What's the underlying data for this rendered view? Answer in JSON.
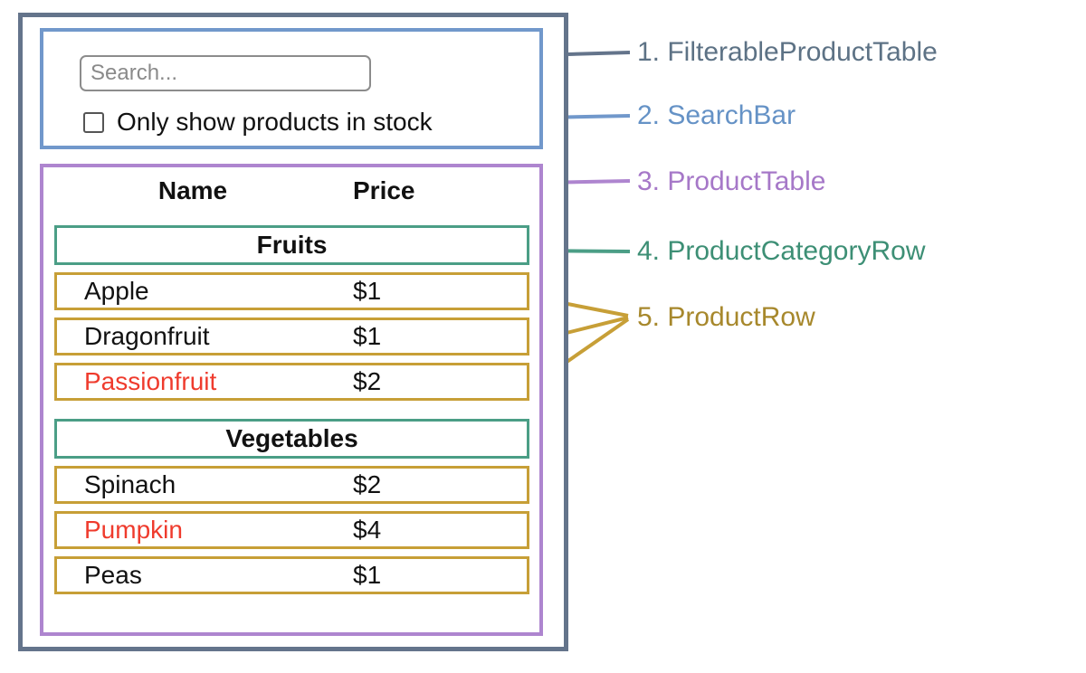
{
  "search": {
    "placeholder": "Search...",
    "checkbox_label": "Only show products in stock",
    "checkbox_checked": false
  },
  "table": {
    "headers": {
      "name": "Name",
      "price": "Price"
    },
    "categories": [
      {
        "name": "Fruits",
        "rows": [
          {
            "name": "Apple",
            "price": "$1",
            "name_red": false
          },
          {
            "name": "Dragonfruit",
            "price": "$1",
            "name_red": false
          },
          {
            "name": "Passionfruit",
            "price": "$2",
            "name_red": true
          }
        ]
      },
      {
        "name": "Vegetables",
        "rows": [
          {
            "name": "Spinach",
            "price": "$2",
            "name_red": false
          },
          {
            "name": "Pumpkin",
            "price": "$4",
            "name_red": true
          },
          {
            "name": "Peas",
            "price": "$1",
            "name_red": false
          }
        ]
      }
    ]
  },
  "legend": [
    {
      "text": "1. FilterableProductTable",
      "color": "#5d7285"
    },
    {
      "text": "2. SearchBar",
      "color": "#6592c6"
    },
    {
      "text": "3. ProductTable",
      "color": "#a678c8"
    },
    {
      "text": "4. ProductCategoryRow",
      "color": "#3d8f75"
    },
    {
      "text": "5. ProductRow",
      "color": "#a7882c"
    }
  ],
  "colors": {
    "filterable_product_table_border": "#64748b",
    "search_bar_border": "#7198cb",
    "product_table_border": "#ae85cf",
    "category_row_border": "#4b9e86",
    "product_row_border": "#c79f37",
    "out_of_stock_text": "#ef3b2d"
  }
}
